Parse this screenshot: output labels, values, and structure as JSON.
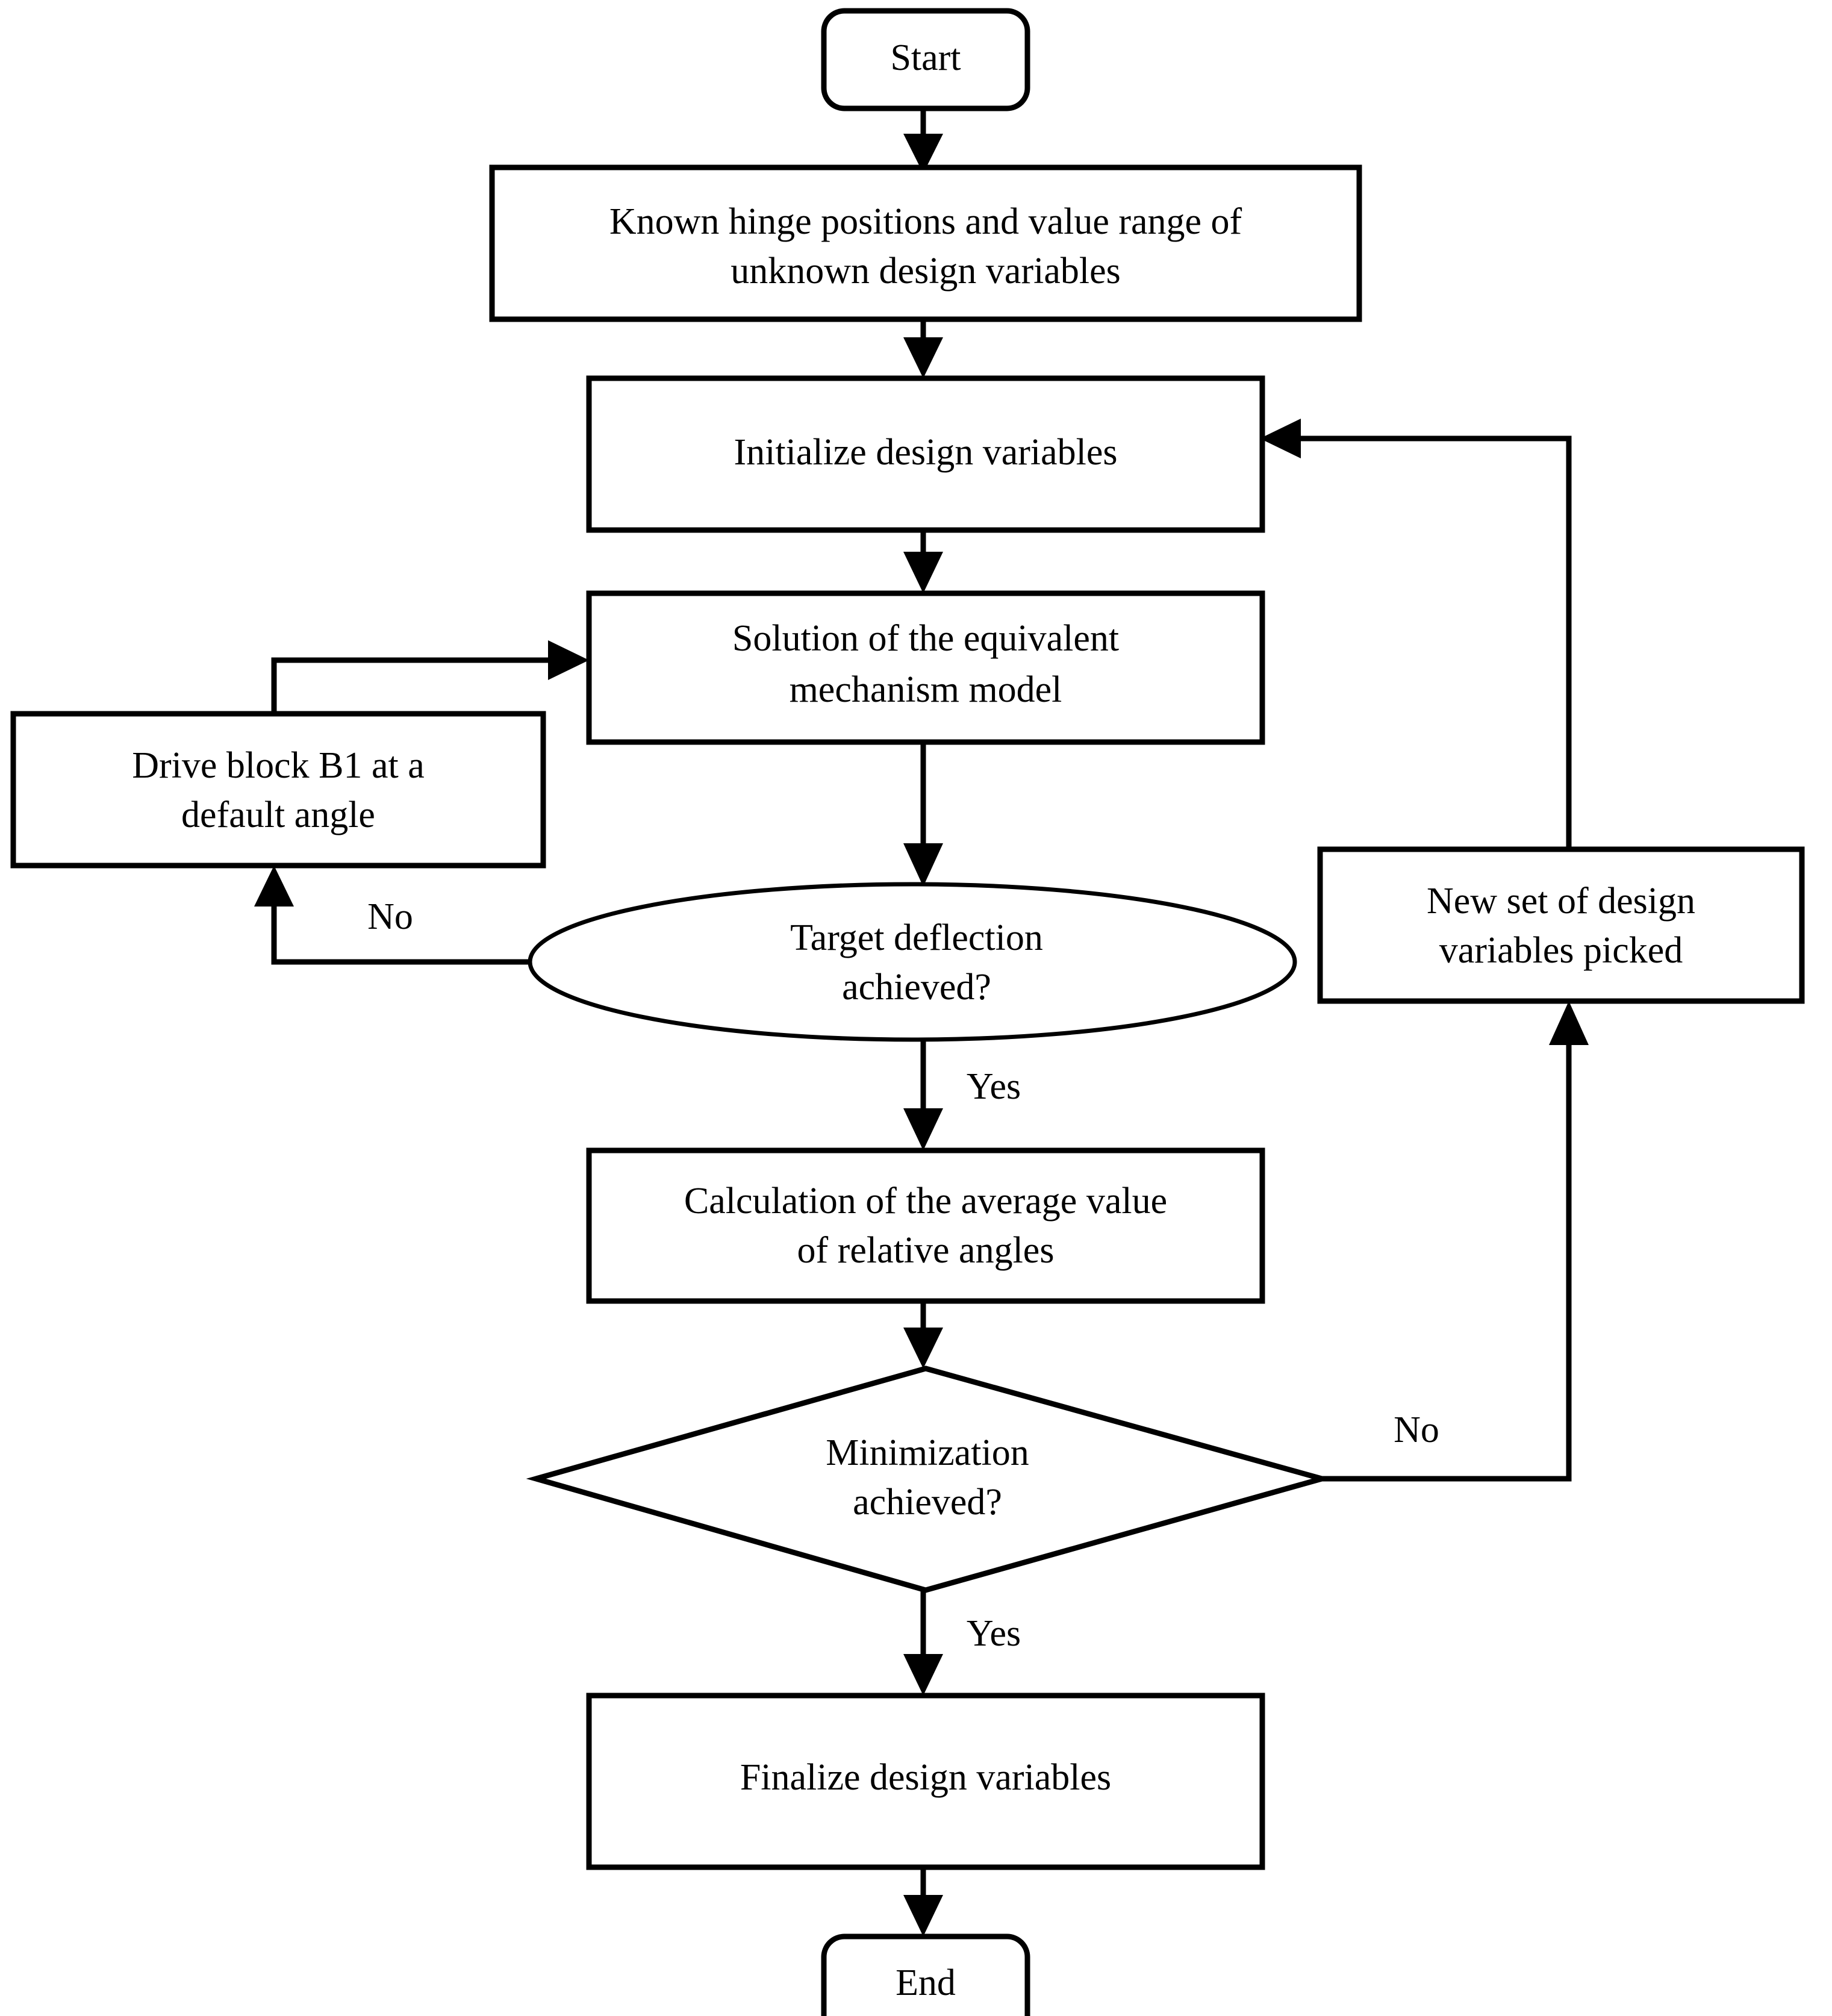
{
  "diagram": {
    "type": "flowchart",
    "title": "Design variable optimization flowchart",
    "orientation": "top-to-bottom",
    "background_color": "#ffffff",
    "line_color": "#000000",
    "text_color": "#000000"
  },
  "nodes": {
    "start": {
      "id": "start",
      "shape": "terminator",
      "label": "Start"
    },
    "known_hinge": {
      "id": "known_hinge",
      "shape": "process",
      "line1": "Known hinge positions and value range of",
      "line2": "unknown design variables"
    },
    "initialize": {
      "id": "initialize",
      "shape": "process",
      "line1": "Initialize design variables"
    },
    "solution": {
      "id": "solution",
      "shape": "process",
      "line1": "Solution of the equivalent",
      "line2": "mechanism model"
    },
    "drive_block": {
      "id": "drive_block",
      "shape": "process",
      "line1": "Drive block B1 at a",
      "line2": "default angle"
    },
    "target_deflection": {
      "id": "target_deflection",
      "shape": "decision-ellipse",
      "line1": "Target deflection",
      "line2": "achieved?"
    },
    "new_set": {
      "id": "new_set",
      "shape": "process",
      "line1": "New set of design",
      "line2": "variables picked"
    },
    "calculation": {
      "id": "calculation",
      "shape": "process",
      "line1": "Calculation of the average value",
      "line2": "of relative angles"
    },
    "minimization": {
      "id": "minimization",
      "shape": "decision-diamond",
      "line1": "Minimization",
      "line2": "achieved?"
    },
    "finalize": {
      "id": "finalize",
      "shape": "process",
      "line1": "Finalize design variables"
    },
    "end": {
      "id": "end",
      "shape": "terminator",
      "label": "End"
    }
  },
  "edge_labels": {
    "target_no": "No",
    "target_yes": "Yes",
    "minimization_no": "No",
    "minimization_yes": "Yes"
  },
  "edges": [
    {
      "from": "start",
      "to": "known_hinge",
      "label": ""
    },
    {
      "from": "known_hinge",
      "to": "initialize",
      "label": ""
    },
    {
      "from": "initialize",
      "to": "solution",
      "label": ""
    },
    {
      "from": "solution",
      "to": "target_deflection",
      "label": ""
    },
    {
      "from": "target_deflection",
      "to": "drive_block",
      "label": "No"
    },
    {
      "from": "drive_block",
      "to": "solution",
      "label": ""
    },
    {
      "from": "target_deflection",
      "to": "calculation",
      "label": "Yes"
    },
    {
      "from": "calculation",
      "to": "minimization",
      "label": ""
    },
    {
      "from": "minimization",
      "to": "new_set",
      "label": "No"
    },
    {
      "from": "new_set",
      "to": "initialize",
      "label": ""
    },
    {
      "from": "minimization",
      "to": "finalize",
      "label": "Yes"
    },
    {
      "from": "finalize",
      "to": "end",
      "label": ""
    }
  ]
}
